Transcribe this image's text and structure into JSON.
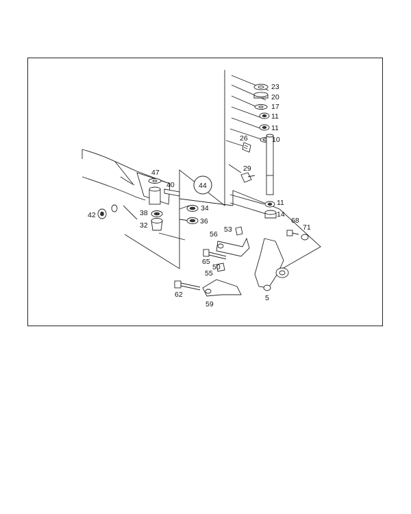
{
  "diagram": {
    "callouts": [
      {
        "id": "c23",
        "text": "23"
      },
      {
        "id": "c20",
        "text": "20"
      },
      {
        "id": "c17",
        "text": "17"
      },
      {
        "id": "c11a",
        "text": "11"
      },
      {
        "id": "c11b",
        "text": "11"
      },
      {
        "id": "c10",
        "text": "10"
      },
      {
        "id": "c26",
        "text": "26"
      },
      {
        "id": "c29",
        "text": "29"
      },
      {
        "id": "c11c",
        "text": "11"
      },
      {
        "id": "c14",
        "text": "14"
      },
      {
        "id": "c47",
        "text": "47"
      },
      {
        "id": "c40",
        "text": "40"
      },
      {
        "id": "c44",
        "text": "44"
      },
      {
        "id": "c34",
        "text": "34"
      },
      {
        "id": "c36",
        "text": "36"
      },
      {
        "id": "c38",
        "text": "38"
      },
      {
        "id": "c32",
        "text": "32"
      },
      {
        "id": "c42",
        "text": "42"
      },
      {
        "id": "c68",
        "text": "68"
      },
      {
        "id": "c71",
        "text": "71"
      },
      {
        "id": "c53",
        "text": "53"
      },
      {
        "id": "c56",
        "text": "56"
      },
      {
        "id": "c65",
        "text": "65"
      },
      {
        "id": "c50",
        "text": "50"
      },
      {
        "id": "c55",
        "text": "55"
      },
      {
        "id": "c62",
        "text": "62"
      },
      {
        "id": "c59",
        "text": "59"
      },
      {
        "id": "c5",
        "text": "5"
      }
    ]
  }
}
